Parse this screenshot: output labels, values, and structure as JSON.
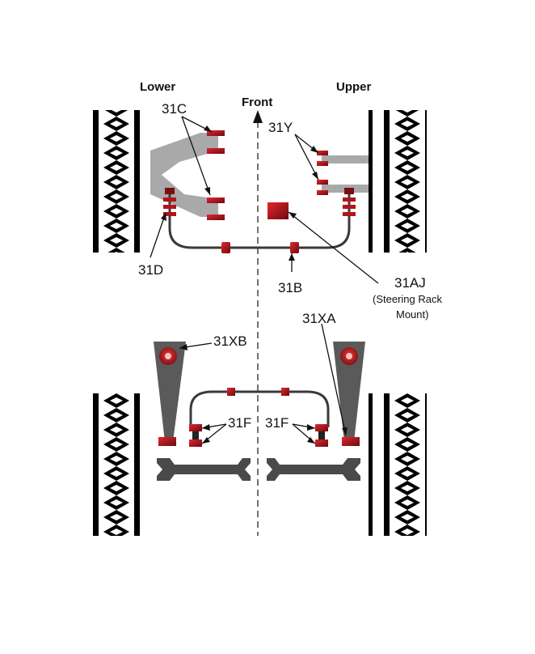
{
  "headers": {
    "lower": "Lower",
    "upper": "Upper",
    "front": "Front"
  },
  "labels": {
    "c31": "31C",
    "y31": "31Y",
    "d31": "31D",
    "b31": "31B",
    "aj31": "31AJ",
    "aj31_note_1": "(Steering Rack",
    "aj31_note_2": "Mount)",
    "xb31": "31XB",
    "xa31": "31XA",
    "f31_left": "31F",
    "f31_right": "31F"
  },
  "colors": {
    "bush_red": "#b3131b",
    "arm_grey": "#a9a9a9",
    "dark_arm": "#4a4a4a",
    "tyre_black": "#000000"
  }
}
